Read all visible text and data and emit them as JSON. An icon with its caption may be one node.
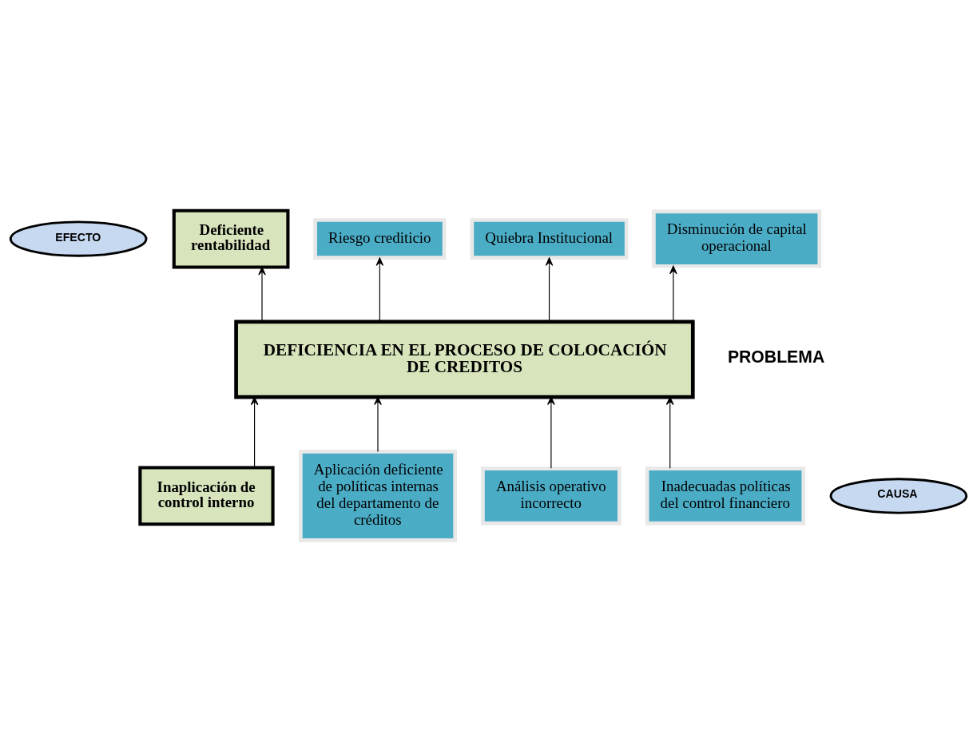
{
  "diagram": {
    "nodes": [
      {
        "text": [
          "EFECTO"
        ]
      },
      {
        "text": [
          "Deficiente rentabilidad"
        ]
      },
      {
        "text": [
          "Riesgo crediticio"
        ]
      },
      {
        "text": [
          "Quiebra Institucional"
        ]
      },
      {
        "text": [
          "Disminución de capital operacional"
        ]
      },
      {
        "text": [
          "DEFICIENCIA EN EL PROCESO DE COLOCACIÓN DE CREDITOS"
        ]
      },
      {
        "text": [
          "Inaplicación de control interno"
        ]
      },
      {
        "text": [
          "Aplicación deficiente de políticas internas del departamento de créditos"
        ]
      },
      {
        "text": [
          "Análisis operativo incorrecto"
        ]
      },
      {
        "text": [
          "Inadecuadas políticas del control financiero"
        ]
      },
      {
        "text": [
          "CAUSA"
        ]
      }
    ],
    "edges": [
      {
        "from": 5,
        "to": 1,
        "arrow": "to"
      },
      {
        "from": 5,
        "to": 2,
        "arrow": "to"
      },
      {
        "from": 5,
        "to": 3,
        "arrow": "to"
      },
      {
        "from": 5,
        "to": 4,
        "arrow": "to"
      },
      {
        "from": 6,
        "to": 5,
        "arrow": "to"
      },
      {
        "from": 7,
        "to": 5,
        "arrow": "to"
      },
      {
        "from": 8,
        "to": 5,
        "arrow": "to"
      },
      {
        "from": 9,
        "to": 5,
        "arrow": "to"
      }
    ],
    "labels": [
      "PROBLEMA"
    ]
  }
}
